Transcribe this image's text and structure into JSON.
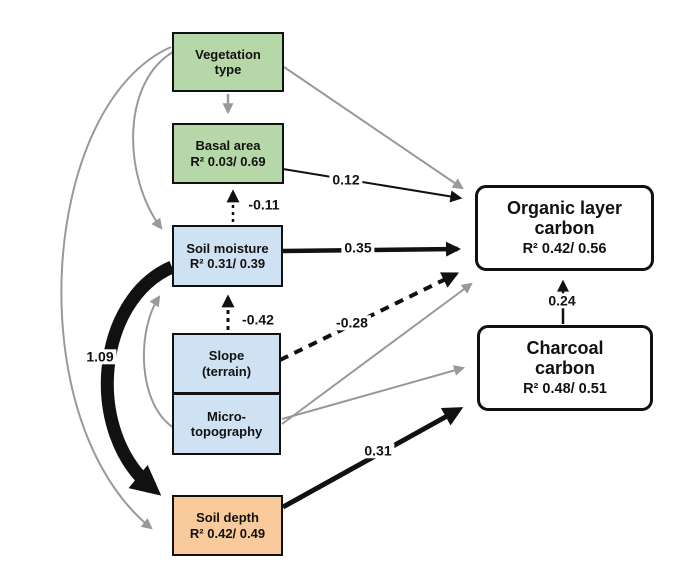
{
  "diagram": {
    "kind": "structural-equation-model-path-diagram",
    "colors": {
      "vegetation_box": "#b6d7a8",
      "terrain_box": "#cfe2f3",
      "soil_box": "#f9cb9c",
      "carbon_box": "#ffffff",
      "nonsignificant_arrow": "#999999",
      "significant_arrow": "#111111"
    },
    "nodes": {
      "vegetation": {
        "label": "Vegetation\ntype"
      },
      "basal": {
        "label": "Basal area",
        "r2": "R² 0.03/ 0.69"
      },
      "soil_moisture": {
        "label": "Soil moisture",
        "r2": "R² 0.31/ 0.39"
      },
      "slope": {
        "label": "Slope\n(terrain)"
      },
      "micro": {
        "label": "Micro-\ntopography"
      },
      "soil_depth": {
        "label": "Soil depth",
        "r2": "R² 0.42/ 0.49"
      },
      "organic": {
        "label": "Organic layer\ncarbon",
        "r2": "R² 0.42/ 0.56"
      },
      "charcoal": {
        "label": "Charcoal\ncarbon",
        "r2": "R² 0.48/ 0.51"
      }
    },
    "edges": {
      "veg_basal": {
        "from": "vegetation",
        "to": "basal",
        "label": "",
        "style": "solid-gray"
      },
      "veg_organic": {
        "from": "vegetation",
        "to": "organic",
        "label": "",
        "style": "solid-gray"
      },
      "veg_soil_moisture": {
        "from": "vegetation",
        "to": "soil_moisture",
        "label": "",
        "style": "solid-gray"
      },
      "veg_soil_depth": {
        "from": "vegetation",
        "to": "soil_depth",
        "label": "",
        "style": "solid-gray"
      },
      "micro_soil_moisture": {
        "from": "micro",
        "to": "soil_moisture",
        "label": "",
        "style": "solid-gray"
      },
      "micro_organic": {
        "from": "micro",
        "to": "organic",
        "label": "",
        "style": "solid-gray"
      },
      "micro_charcoal": {
        "from": "micro",
        "to": "charcoal",
        "label": "",
        "style": "solid-gray"
      },
      "basal_organic": {
        "from": "basal",
        "to": "organic",
        "label": "0.12",
        "style": "solid-black-thin"
      },
      "sm_organic": {
        "from": "soil_moisture",
        "to": "organic",
        "label": "0.35",
        "style": "solid-black-medium"
      },
      "charcoal_organic": {
        "from": "charcoal",
        "to": "organic",
        "label": "0.24",
        "style": "solid-black-thin"
      },
      "depth_charcoal": {
        "from": "soil_depth",
        "to": "charcoal",
        "label": "0.31",
        "style": "solid-black-thick"
      },
      "sm_depth": {
        "from": "soil_moisture",
        "to": "soil_depth",
        "label": "1.09",
        "style": "solid-black-extra-thick-curve"
      },
      "sm_basal": {
        "from": "soil_moisture",
        "to": "basal",
        "label": "-0.11",
        "style": "dashed-black"
      },
      "slope_sm": {
        "from": "slope",
        "to": "soil_moisture",
        "label": "-0.42",
        "style": "dashed-black"
      },
      "slope_organic": {
        "from": "slope",
        "to": "organic",
        "label": "-0.28",
        "style": "dashed-black-thick"
      }
    }
  }
}
